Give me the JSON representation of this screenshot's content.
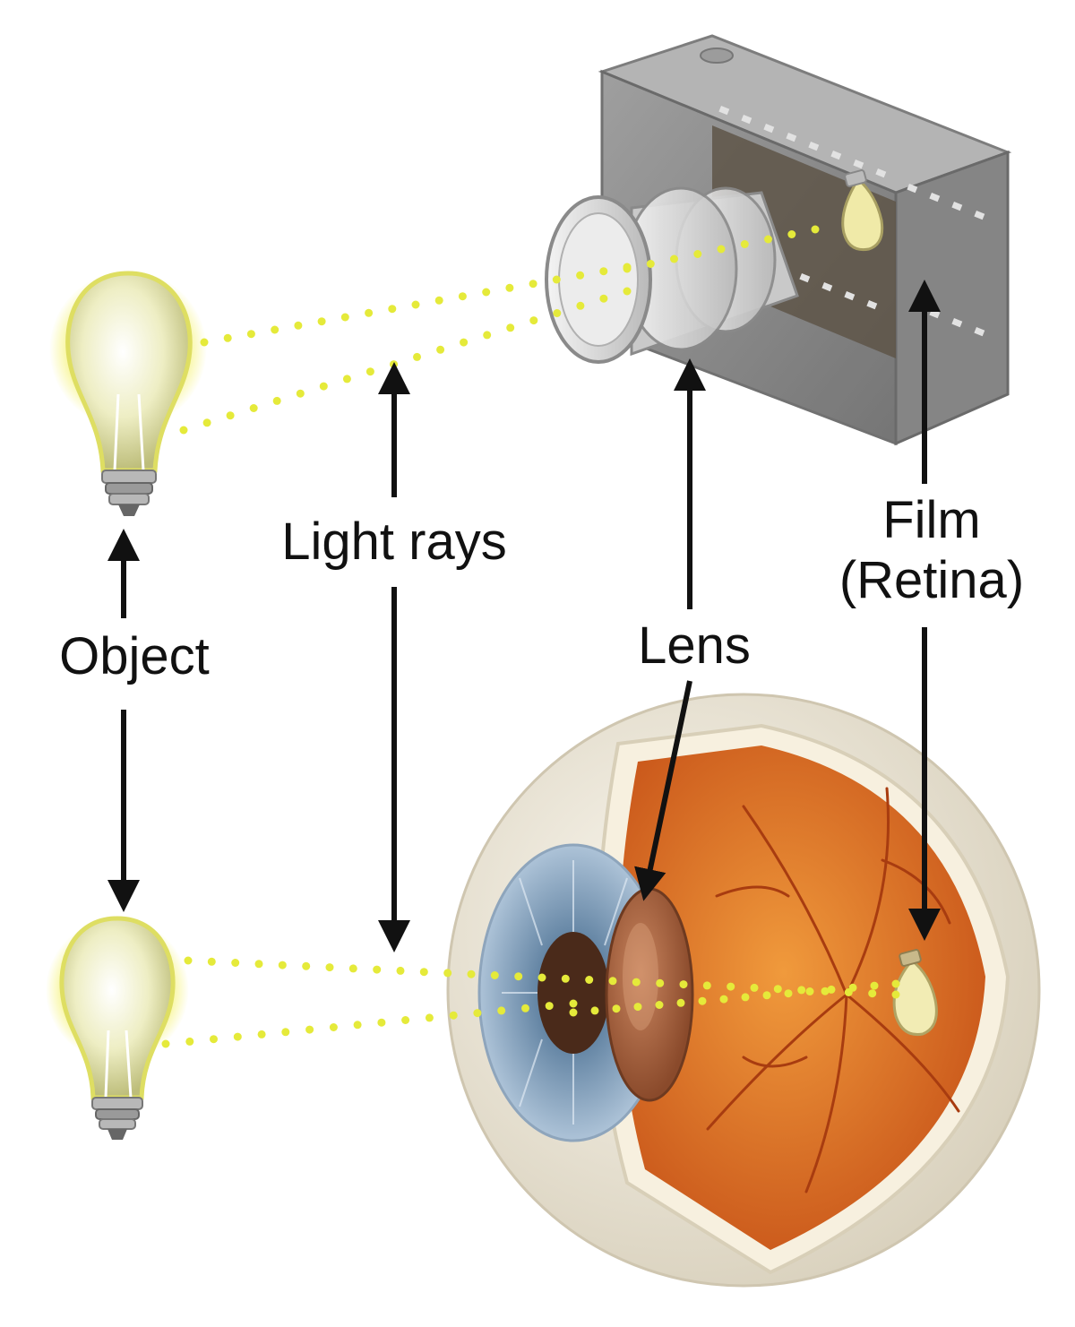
{
  "labels": {
    "object": "Object",
    "light_rays": "Light rays",
    "lens": "Lens",
    "film_line1": "Film",
    "film_line2": "(Retina)"
  },
  "colors": {
    "ray_dots": "#e5ea3a",
    "arrow": "#111111",
    "bulb_glow": "#f3f08a",
    "camera_body": "#8e8e8e",
    "eye_orange": "#e8791e",
    "iris_blue": "#7f9fbd",
    "sclera": "#efe9dc"
  },
  "icons": [
    "lightbulb-icon",
    "camera-icon",
    "eyeball-icon"
  ]
}
